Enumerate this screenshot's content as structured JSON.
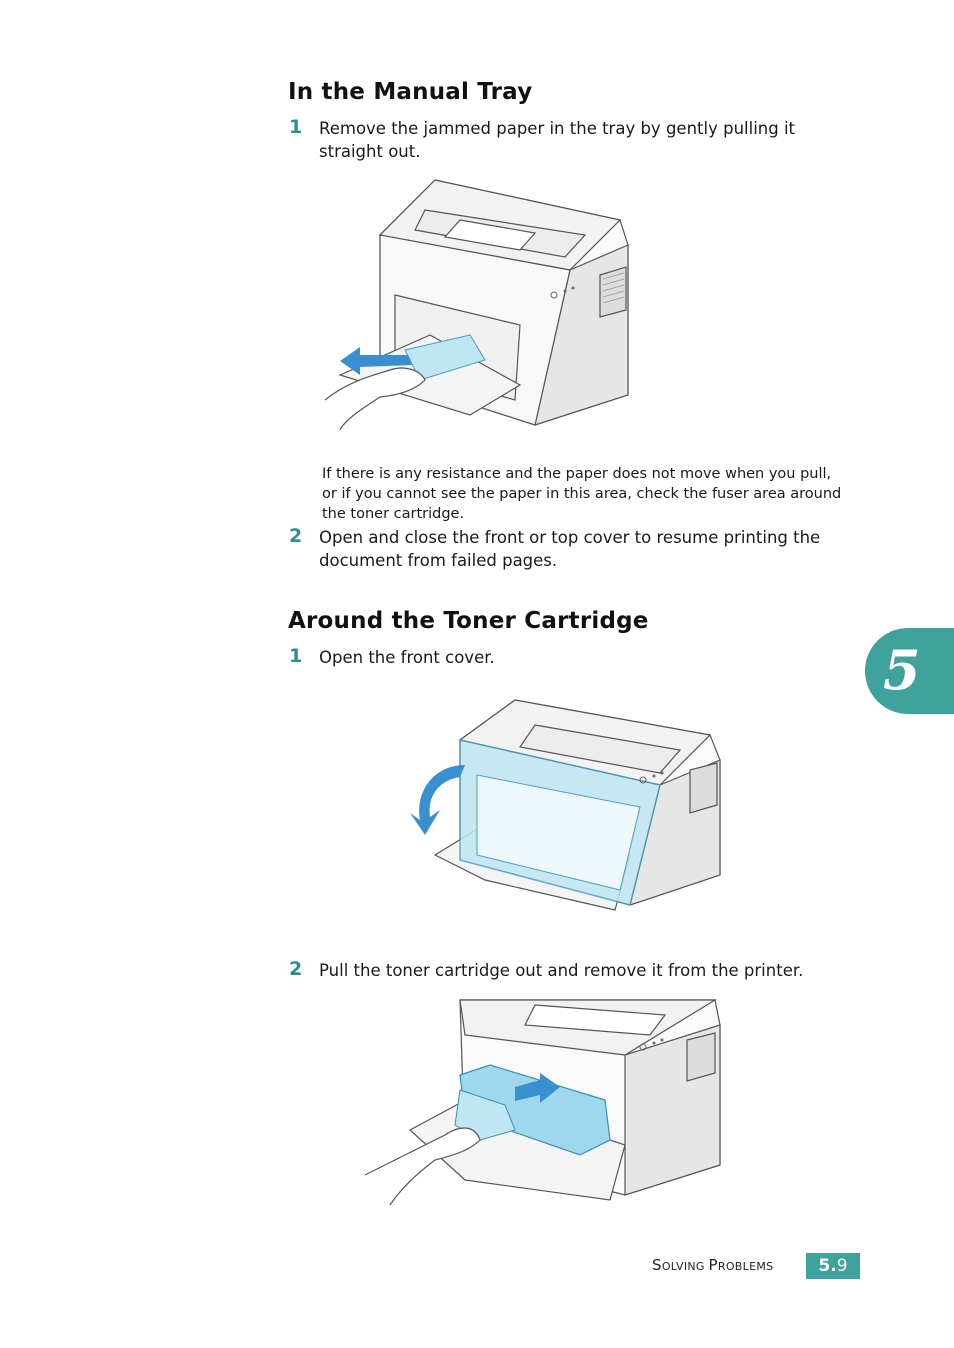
{
  "section1": {
    "heading": "In the Manual Tray",
    "step1": {
      "num": "1",
      "text": "Remove the jammed paper in the tray by gently pulling it straight out."
    },
    "note": "If there is any resistance and the paper does not move when you pull, or if you cannot see the paper in this area, check the fuser area around the toner cartridge.",
    "step2": {
      "num": "2",
      "text": "Open and close the front or top cover to resume printing the document from failed pages."
    }
  },
  "section2": {
    "heading": "Around the Toner Cartridge",
    "step1": {
      "num": "1",
      "text": "Open the front cover."
    },
    "step2": {
      "num": "2",
      "text": "Pull the toner cartridge out and remove it from the printer."
    }
  },
  "chapter_tab": "5",
  "footer": {
    "section_title_initial_1": "S",
    "section_title_rest_1": "OLVING ",
    "section_title_initial_2": "P",
    "section_title_rest_2": "ROBLEMS",
    "page_chapter": "5.",
    "page_number": "9"
  },
  "colors": {
    "accent": "#3fa29c",
    "highlight_blue": "#bfe6f2",
    "arrow_blue": "#3a8fd0"
  }
}
